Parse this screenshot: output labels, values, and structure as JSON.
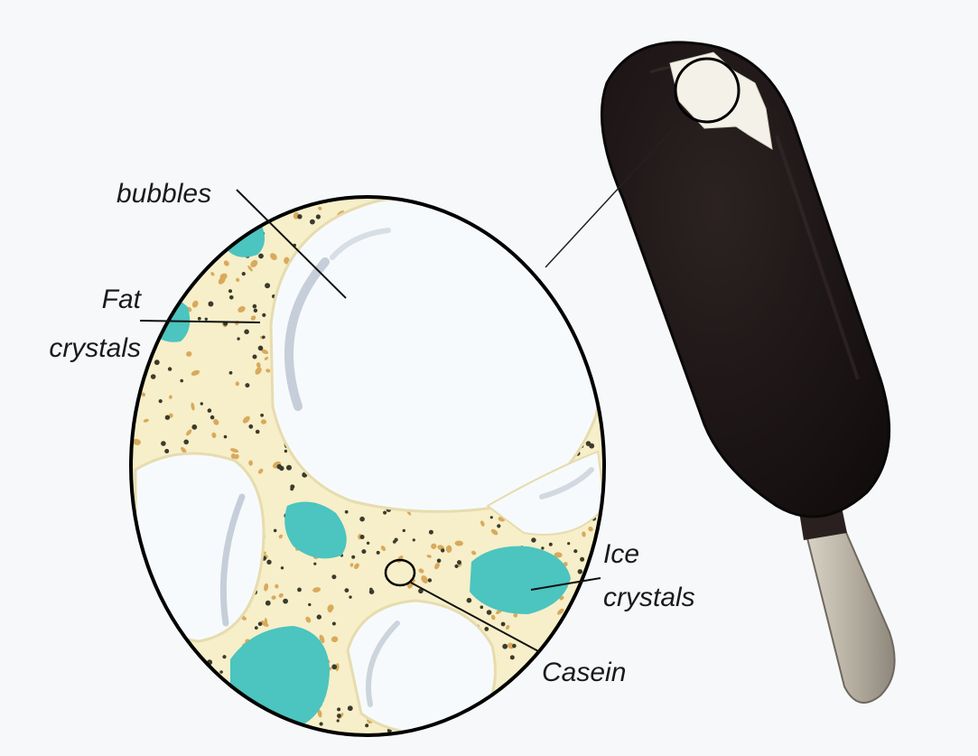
{
  "labels": {
    "bubbles": "bubbles",
    "fat_line1": "Fat",
    "fat_line2": "crystals",
    "ice_line1": "Ice",
    "ice_line2": "crystals",
    "casein": "Casein"
  },
  "colors": {
    "background": "#f6f8fa",
    "matrix": "#f6efc9",
    "fat_crystal": "#d9a95c",
    "casein_dot": "#3b3a2c",
    "ice_crystal": "#4cc4bf",
    "air_bubble": "#f7fafc",
    "bubble_shade": "#b9c3cf",
    "chocolate": "#1b1414",
    "stick": "#c9c2b4",
    "outline": "#111111"
  }
}
